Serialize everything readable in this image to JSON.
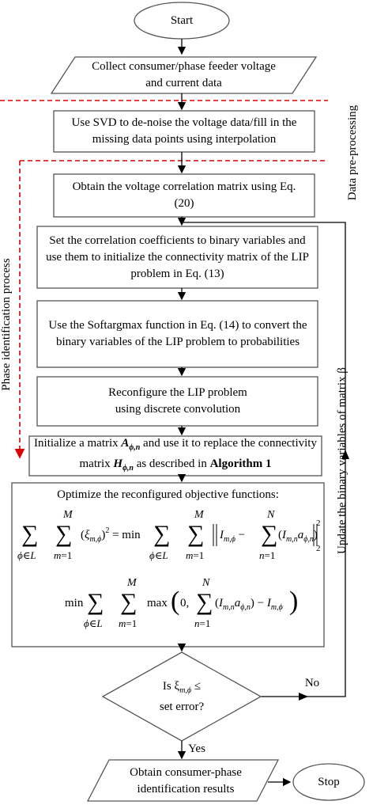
{
  "diagram": {
    "start": "Start",
    "collect": "Collect consumer/phase feeder voltage and current data",
    "svd": "Use SVD to de-noise the voltage data/fill in the missing data points using interpolation",
    "corr": "Obtain the voltage correlation matrix using Eq. (20)",
    "binary": "Set the correlation coefficients to binary variables and use them to initialize the connectivity matrix of the LIP problem in Eq. (13)",
    "softargmax": "Use the Softargmax function in Eq. (14) to convert the binary variables of the LIP problem to probabilities",
    "reconfigure": "Reconfigure the LIP problem using discrete convolution",
    "init_pre": "Initialize a matrix ",
    "init_mid": " and use it to replace the connectivity matrix ",
    "init_post": " as described in ",
    "init_alg": "Algorithm 1",
    "optimize_title": "Optimize the reconfigured objective functions:",
    "decision_1": "Is ξ",
    "decision_2": "set error?",
    "no_label": "No",
    "yes_label": "Yes",
    "obtain": "Obtain consumer-phase identification results",
    "stop": "Stop",
    "label_preprocessing": "Data pre-processing",
    "label_phase_id": "Phase identification process",
    "label_update": "Update the binary variables of matrix β"
  }
}
